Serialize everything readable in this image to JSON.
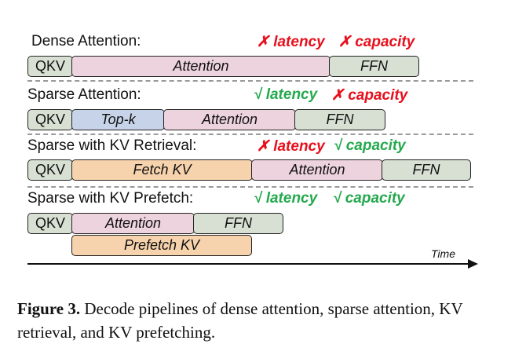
{
  "rows": [
    {
      "title": "Dense Attention:",
      "latency": "✗ latency",
      "capacity": "✗ capacity",
      "blocks": [
        "QKV",
        "Attention",
        "FFN"
      ]
    },
    {
      "title": "Sparse Attention:",
      "latency": "√ latency",
      "capacity": "✗ capacity",
      "blocks": [
        "QKV",
        "Top-k",
        "Attention",
        "FFN"
      ]
    },
    {
      "title": "Sparse with KV Retrieval:",
      "latency": "✗ latency",
      "capacity": "√ capacity",
      "blocks": [
        "QKV",
        "Fetch KV",
        "Attention",
        "FFN"
      ]
    },
    {
      "title": "Sparse with KV Prefetch:",
      "latency": "√ latency",
      "capacity": "√ capacity",
      "blocks": [
        "QKV",
        "Attention",
        "FFN",
        "Prefetch KV"
      ]
    }
  ],
  "axis_label": "Time",
  "caption": {
    "figure_label": "Figure 3.",
    "text": "Decode pipelines of dense attention, sparse attention, KV retrieval, and KV prefetching."
  },
  "colors": {
    "bad": "#e8101c",
    "good": "#25a94e",
    "qkv_ffn": "#d7e0d3",
    "attention": "#edd3de",
    "topk": "#c7d3e8",
    "fetch": "#f7d3ad"
  }
}
